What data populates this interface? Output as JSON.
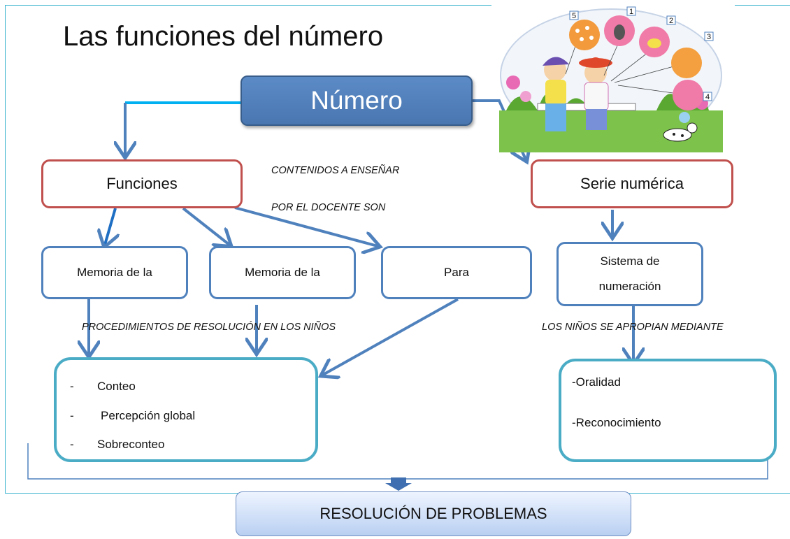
{
  "title": "Las funciones del número",
  "root": "Número",
  "left_branch": {
    "label": "Funciones"
  },
  "right_branch": {
    "label": "Serie numérica"
  },
  "annotations": {
    "contents_line1": "CONTENIDOS A ENSEÑAR",
    "contents_line2": "POR EL DOCENTE   SON",
    "procedures": "PROCEDIMIENTOS DE RESOLUCIÓN EN LOS NIÑOS",
    "appropriation": "LOS NIÑOS SE APROPIAN   MEDIANTE"
  },
  "function_boxes": [
    {
      "label": "Memoria de la"
    },
    {
      "label": "Memoria de la"
    },
    {
      "label": "Para"
    }
  ],
  "system_box": {
    "line1": "Sistema de",
    "line2": "numeración"
  },
  "procedures_list": [
    {
      "dash": "-",
      "text": "Conteo"
    },
    {
      "dash": "-",
      "text": "Percepción global"
    },
    {
      "dash": "-",
      "text": "Sobreconteo"
    }
  ],
  "means_list": [
    "-Oralidad",
    "-Reconocimiento"
  ],
  "balloon_numbers": [
    "5",
    "1",
    "2",
    "3",
    "4"
  ],
  "result": "RESOLUCIÓN DE PROBLEMAS",
  "colors": {
    "frame": "#3cb4cf",
    "arrow": "#4f81bd",
    "arrow_light": "#00b0f0",
    "red_border": "#c0504d",
    "blue_border": "#4f81bd",
    "teal_border": "#4bacc6",
    "root_fill": "#4f81bd"
  }
}
